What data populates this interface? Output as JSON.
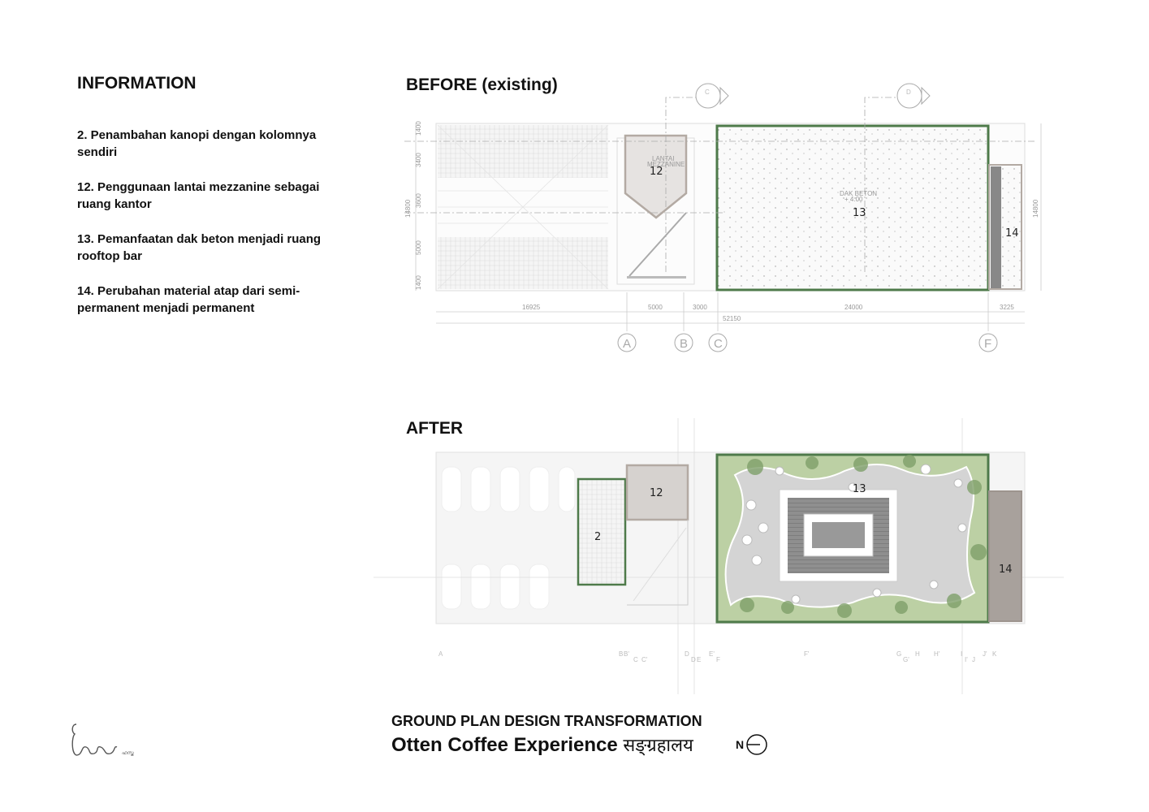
{
  "info": {
    "title": "INFORMATION",
    "items": [
      "2. Penambahan kanopi dengan kolomnya sendiri",
      "12. Penggunaan lantai mezzanine sebagai ruang kantor",
      "13. Pemanfaatan dak beton menjadi ruang rooftop bar",
      "14. Perubahan material atap dari semi-permanent menjadi permanent"
    ]
  },
  "before": {
    "title": "BEFORE (existing)",
    "labels": {
      "mezz": "12",
      "dak": "13",
      "roof": "14"
    },
    "mezz_text": [
      "LANTAI",
      "MEZZANINE"
    ],
    "dak_text": [
      "DAK BETON",
      "+ 4.00"
    ],
    "dims_h": [
      "16925",
      "5000",
      "3000",
      "24000",
      "3225"
    ],
    "dim_total": "52150",
    "dims_v": [
      "1400",
      "3400",
      "3600",
      "5000",
      "1400"
    ],
    "dim_v_total": "14800",
    "grid": [
      "A",
      "B",
      "C",
      "F"
    ],
    "sections": [
      "C",
      "D"
    ]
  },
  "after": {
    "title": "AFTER",
    "labels": {
      "canopy": "2",
      "mezz": "12",
      "bar": "13",
      "roof": "14"
    },
    "grid": [
      "A",
      "B",
      "B'",
      "C",
      "C'",
      "D",
      "D",
      "E",
      "E'",
      "F",
      "F'",
      "G",
      "G'",
      "H",
      "H'",
      "I",
      "I'",
      "J",
      "J'",
      "K"
    ]
  },
  "footer": {
    "subtitle": "GROUND PLAN DESIGN TRANSFORMATION",
    "title": "Otten Coffee Experience",
    "title_hindi": "सङ्ग्रहालय",
    "north": "N",
    "logo_text": "ഹസ്ത"
  },
  "colors": {
    "green": "#4e7a4a",
    "mezz": "#b3aaa3",
    "concrete": "#f4f4f4"
  }
}
